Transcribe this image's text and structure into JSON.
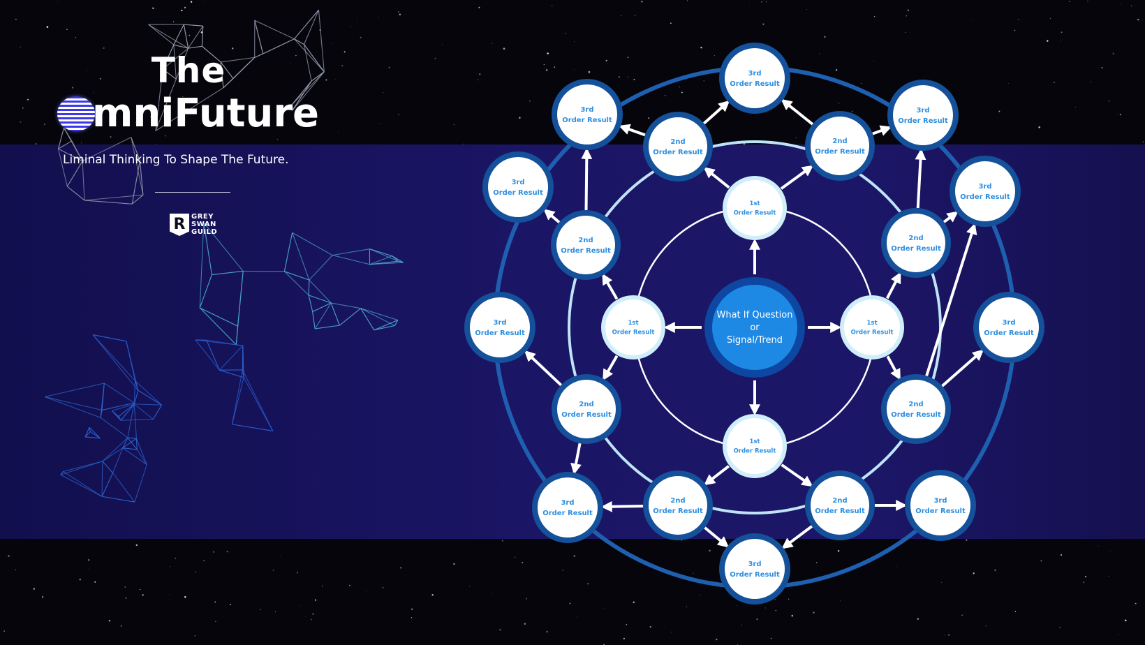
{
  "title": {
    "line1": "The",
    "line2_rest": "mniFuture",
    "subtitle": "Liminal Thinking To Shape The Future."
  },
  "logo": {
    "mark": "R",
    "line1": "GREY",
    "line2": "SWAN",
    "line3": "GUILD"
  },
  "diagram": {
    "center": {
      "lines": [
        "What If Question",
        "or",
        "Signal/Trend"
      ]
    },
    "first_order": {
      "line1": "1st",
      "line2": "Order Result"
    },
    "second_order": {
      "line1": "2nd",
      "line2": "Order Result"
    },
    "third_order": {
      "line1": "3rd",
      "line2": "Order Result"
    }
  },
  "colors": {
    "background": "#05050b",
    "band": "#1a1564",
    "ring_outer": "#1f5fb0",
    "ring_middle": "#bfe4f7",
    "ring_inner": "#ffffff",
    "center_fill": "#1e88e5",
    "center_border": "#0d47a1",
    "node_text": "#2f8fe0",
    "node_border": "#15509a",
    "first_order_border": "#cfeef9"
  }
}
